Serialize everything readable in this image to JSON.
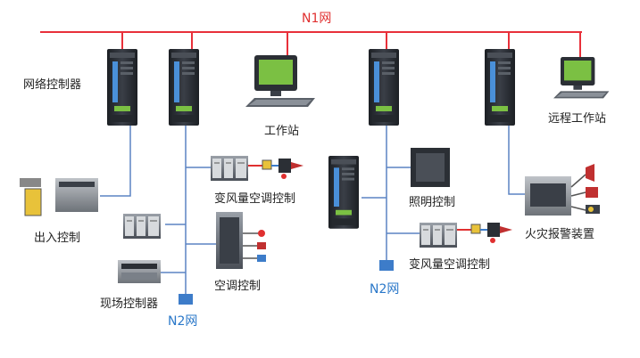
{
  "networks": {
    "n1": "N1网",
    "n2_left": "N2网",
    "n2_right": "N2网"
  },
  "labels": {
    "network_controller": "网络控制器",
    "workstation": "工作站",
    "remote_workstation": "远程工作站",
    "access_control": "出入控制",
    "vav_control_left": "变风量空调控制",
    "ac_control": "空调控制",
    "field_controller": "现场控制器",
    "lighting_control": "照明控制",
    "vav_control_right": "变风量空调控制",
    "fire_alarm": "火灾报警装置"
  },
  "colors": {
    "n1_line": "#e8303a",
    "n2_line": "#5b84c4",
    "device_dark": "#2e3238",
    "device_accent": "#4a90d9",
    "screen_green": "#7bc043",
    "terminator": "#3d7cc9"
  },
  "icons": [
    "server-tower-icon",
    "desktop-workstation-icon",
    "controller-module-icon",
    "valve-actuator-icon",
    "door-reader-icon",
    "fire-panel-icon",
    "alarm-siren-icon",
    "light-box-icon"
  ]
}
